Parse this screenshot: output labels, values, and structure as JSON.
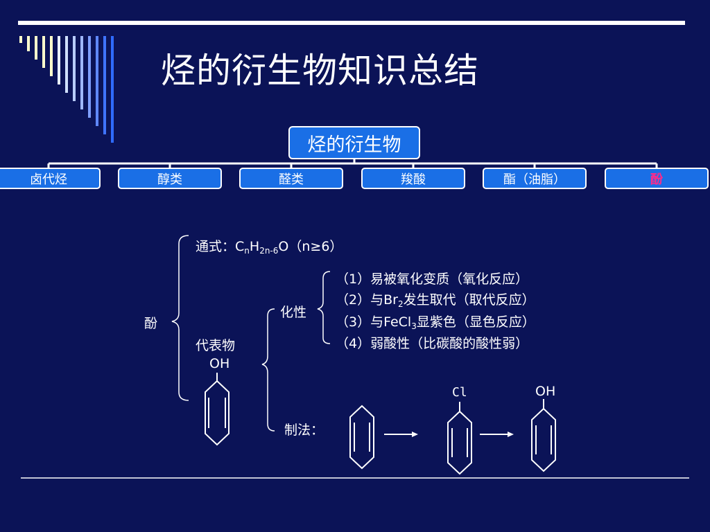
{
  "title": "烃的衍生物知识总结",
  "root_label": "烃的衍生物",
  "categories": [
    "卤代烃",
    "醇类",
    "醛类",
    "羧酸",
    "酯（油脂）",
    "酚"
  ],
  "active_category_index": 5,
  "phenol": {
    "label": "酚",
    "formula_prefix": "通式：C",
    "formula_sub1": "n",
    "formula_h": "H",
    "formula_sub2": "2n-6",
    "formula_suffix": "O（n≥6）",
    "representative_label": "代表物",
    "oh_label": "OH",
    "chem_prop_label": "化性",
    "props": {
      "p1": "（1）易被氧化变质（氧化反应）",
      "p2_a": "（2）与Br",
      "p2_sub": "2",
      "p2_b": "发生取代（取代反应）",
      "p3_a": "（3）与FeCl",
      "p3_sub": "3",
      "p3_b": "显紫色（显色反应）",
      "p4": "（4）弱酸性（比碳酸的酸性弱）"
    },
    "prep_label": "制法：",
    "cl_label": "Cl",
    "product_oh_label": "OH"
  },
  "colors": {
    "background": "#0b1357",
    "box_fill": "#1a6fe6",
    "active_text": "#ff2a8a",
    "decor_stripe_light": "#ffffcc",
    "decor_stripe_blue": "#2f6bff"
  }
}
